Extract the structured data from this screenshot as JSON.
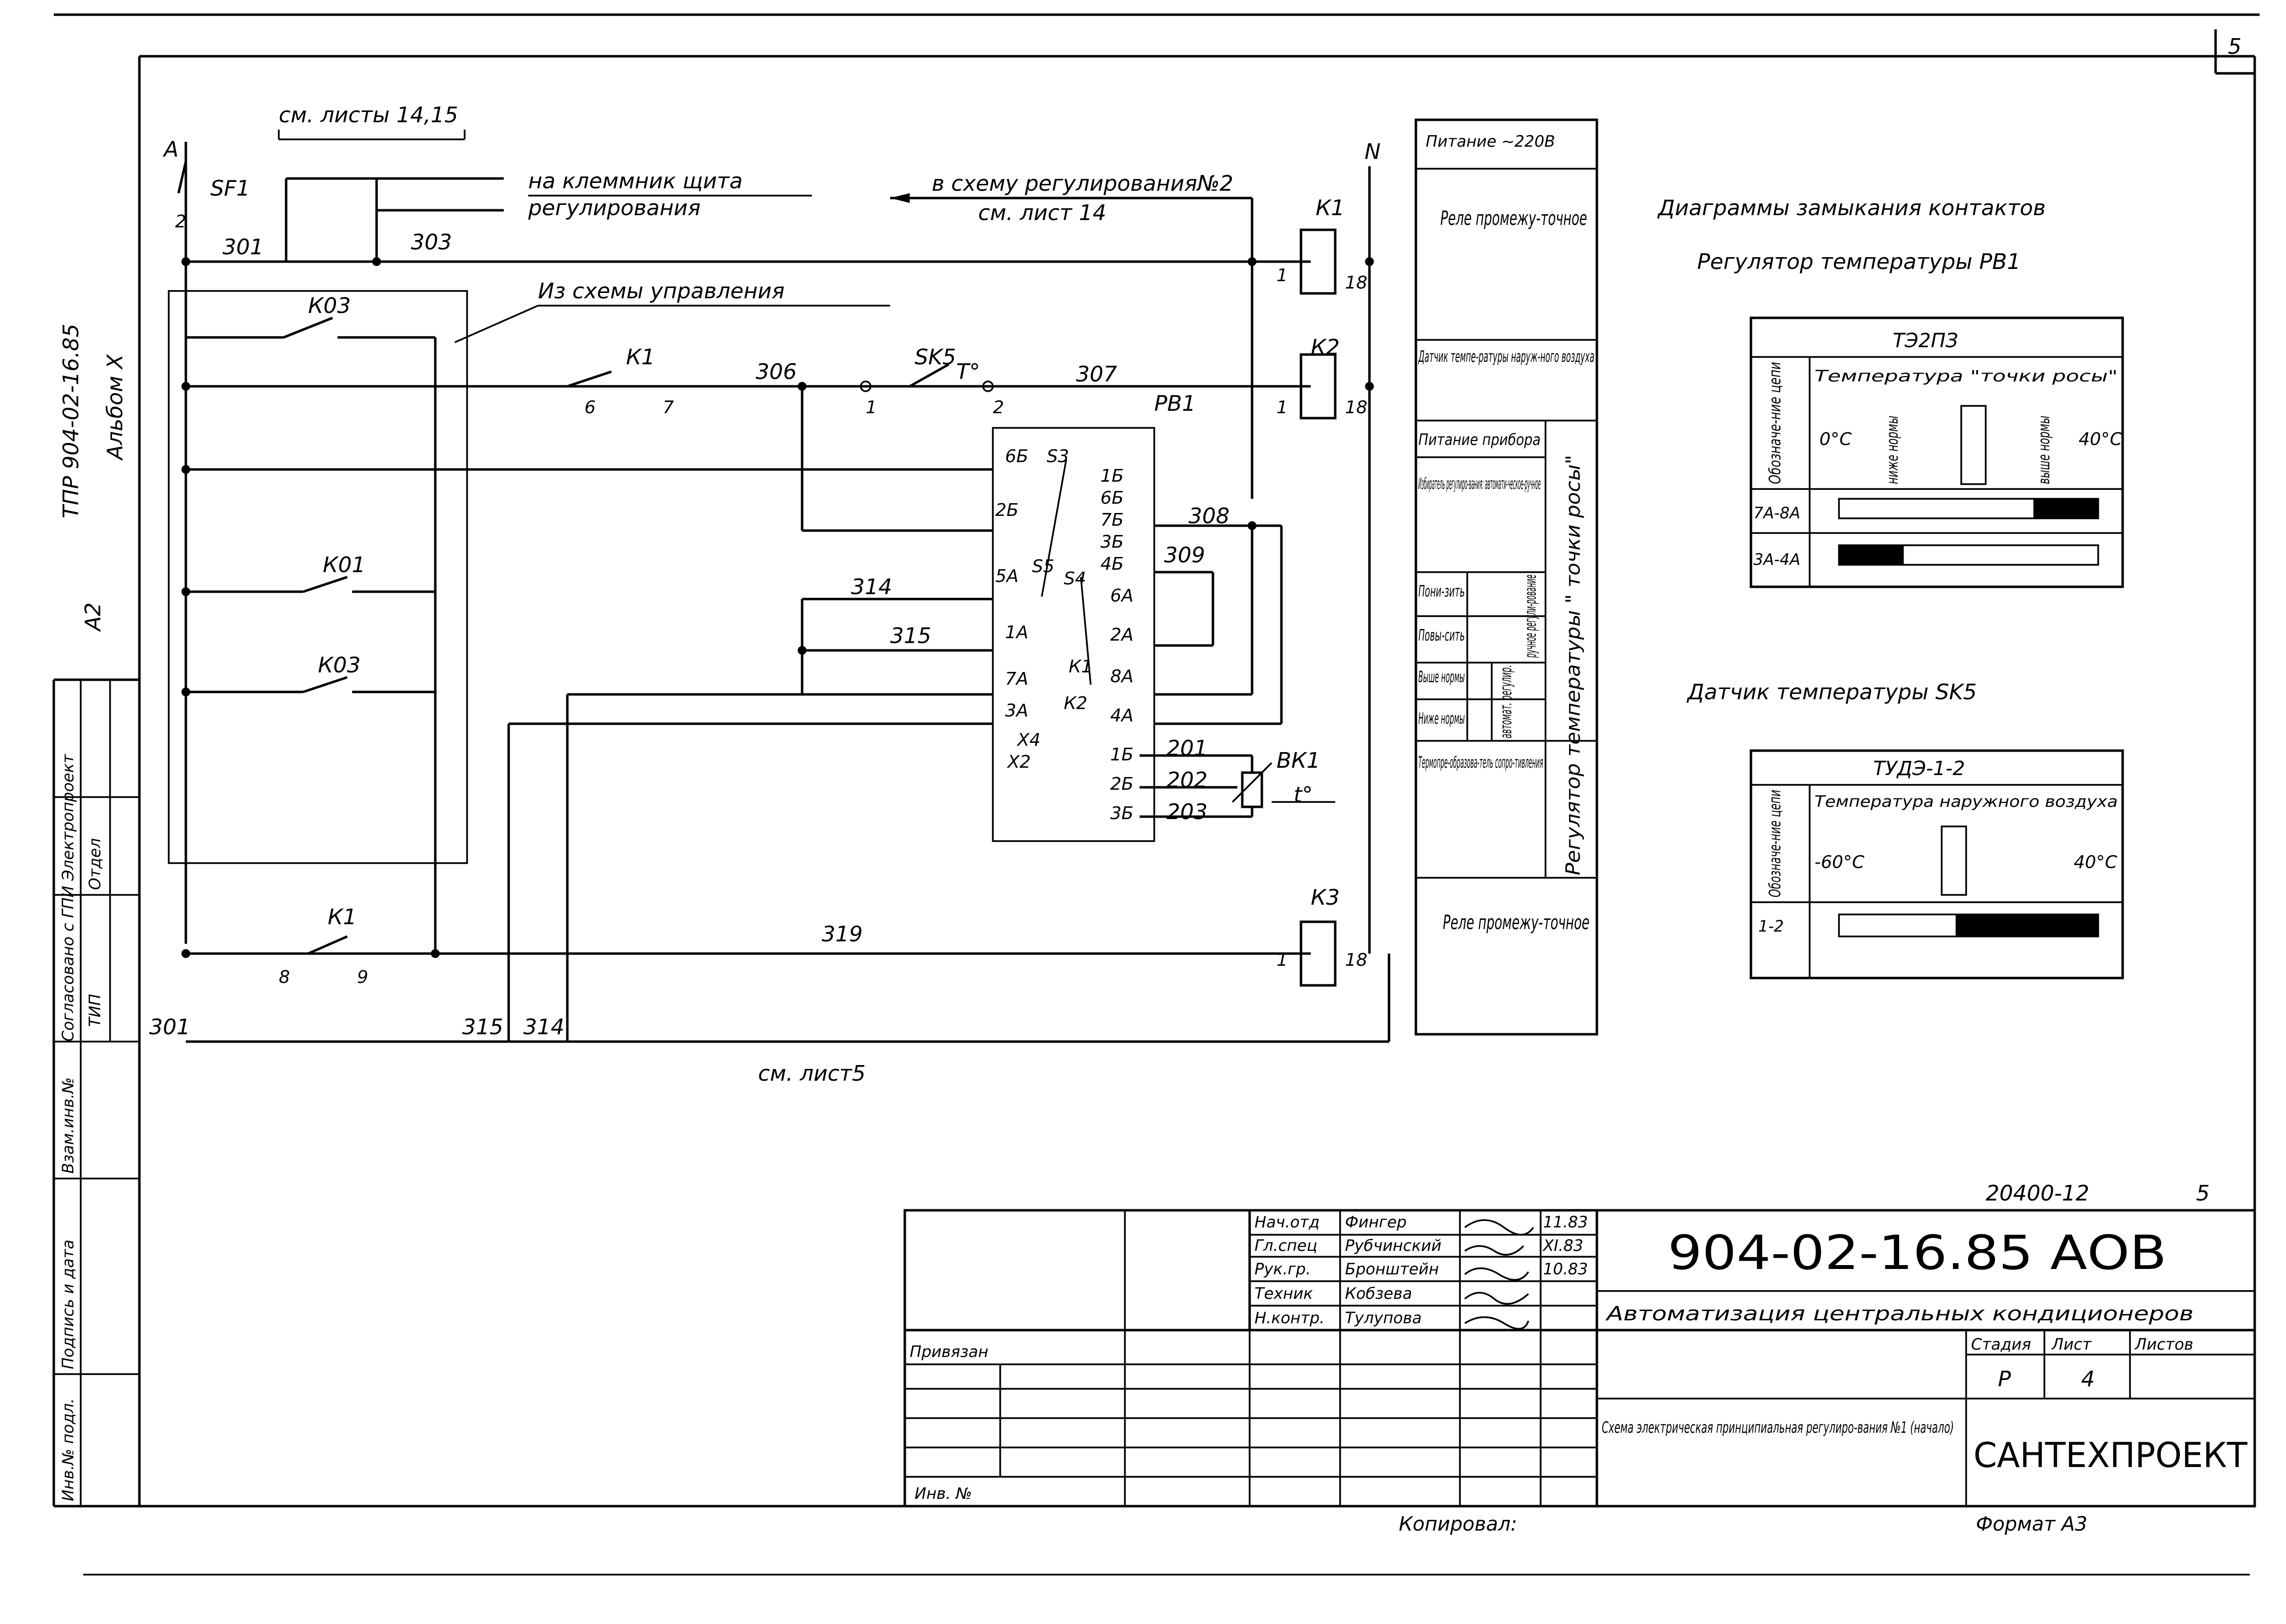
{
  "sheet_number_corner": "5",
  "left_margin": {
    "doc_code": "ТПР 904-02-16.85",
    "album": "Альбом X",
    "mark": "А2",
    "stamp_title": "Согласовано с ГПИ Электропроект",
    "stamp_dept": "Отдел",
    "stamp_tip": "ТИП",
    "inv_orig": "Инв.№ подл.",
    "sign_date": "Подпись и дата",
    "vzam_inv": "Взам.инв.№"
  },
  "schematic": {
    "labels": {
      "phase_a": "А",
      "breaker": "SF1",
      "breaker_pin_left": "2",
      "see_sheets": "см. листы 14,15",
      "to_terminal_line1": "на клеммник щита",
      "to_terminal_line2": "регулирования",
      "to_scheme": "в схему регулирования№2",
      "see_sheet14": "см. лист 14",
      "neutral": "N",
      "wire301": "301",
      "wire303": "303",
      "from_control": "Из схемы управления",
      "k03_top": "К03",
      "k1_contact_top": "К1",
      "pin6": "6",
      "pin7": "7",
      "wire306": "306",
      "sk5": "SK5",
      "sk5_t": "T°",
      "sk5_pin1": "1",
      "sk5_pin2": "2",
      "wire307": "307",
      "pb1": "РВ1",
      "k01": "К01",
      "k03_mid": "К03",
      "k1_bottom": "К1",
      "pin8": "8",
      "pin9": "9",
      "wire319": "319",
      "k1_coil": "К1",
      "k2_coil": "К2",
      "k3_coil": "К3",
      "coil_pin1": "1",
      "coil_pin18": "18",
      "wire308": "308",
      "wire309": "309",
      "wire314": "314",
      "wire315": "315",
      "wire301_bottom": "301",
      "wire315_bottom": "315",
      "wire314_bottom": "314",
      "see_sheet5": "см. лист5",
      "wire201": "201",
      "wire202": "202",
      "wire203": "203",
      "bk1": "ВК1",
      "t_deg": "t°",
      "x2": "X2",
      "x4": "X4",
      "k1_in": "К1",
      "k2_in": "К2",
      "s3": "S3",
      "s4": "S4",
      "s5": "S5"
    },
    "pins_right": [
      "1Б",
      "6Б",
      "7Б",
      "3Б",
      "4Б",
      "6А",
      "2А",
      "8А",
      "4А",
      "1Б",
      "2Б",
      "3Б"
    ],
    "pins_left": [
      "6Б",
      "2Б",
      "5А",
      "1А",
      "7А",
      "3А"
    ]
  },
  "legend_column": {
    "power": "Питание ~220В",
    "relay_top": "Реле промежу-точное",
    "sensor": "Датчик темпе-ратуры наруж-ного воздуха",
    "instrument_power": "Питание прибора",
    "selector": "Избиратель регулиро-вания: автомати-ческое-ручное",
    "lower": "Пони-зить",
    "raise": "Повы-сить",
    "manual_reg": "ручное регули-рование",
    "above_norm": "Выше нормы",
    "below_norm": "Ниже нормы",
    "auto_reg": "автомат. регулир.",
    "regulator": "Регулятор температуры \" точки росы\"",
    "thermoconverter": "Термопре-образова-тель сопро-тивления",
    "relay_bottom": "Реле промежу-точное"
  },
  "diagrams": {
    "title": "Диаграммы замыкания контактов",
    "reg_title": "Регулятор температуры РВ1",
    "table1": {
      "model": "ТЭ2ПЗ",
      "circuit_col": "Обозначе-ние цепи",
      "header": "Температура \"точки росы\"",
      "scale_left": "0°С",
      "below": "ниже нормы",
      "above": "выше нормы",
      "scale_right": "40°С",
      "rows": [
        {
          "circuit": "7А-8А",
          "closed_from": 0.75,
          "closed_to": 1.0
        },
        {
          "circuit": "3А-4А",
          "closed_from": 0.0,
          "closed_to": 0.25
        }
      ]
    },
    "sensor_title": "Датчик температуры SK5",
    "table2": {
      "model": "ТУДЭ-1-2",
      "circuit_col": "Обозначе-ние цепи",
      "header": "Температура наружного воздуха",
      "scale_left": "-60°С",
      "scale_right": "40°С",
      "rows": [
        {
          "circuit": "1-2",
          "closed_from": 0.45,
          "closed_to": 1.0
        }
      ]
    }
  },
  "title_block": {
    "doc_id": "20400-12",
    "sheet_small": "5",
    "main_code": "904-02-16.85 АОВ",
    "project": "Автоматизация центральных кондиционеров",
    "attached": "Привязан",
    "inv": "Инв. №",
    "stage_h": "Стадия",
    "sheet_h": "Лист",
    "sheets_h": "Листов",
    "stage": "Р",
    "sheet": "4",
    "sheets": "",
    "org": "САНТЕХПРОЕКТ",
    "drawing_title": "Схема электрическая принципиальная регулиро-вания №1 (начало)",
    "staff": [
      {
        "role": "Нач.отд",
        "name": "Фингер",
        "date": "11.83"
      },
      {
        "role": "Гл.спец",
        "name": "Рубчинский",
        "date": "XI.83"
      },
      {
        "role": "Рук.гр.",
        "name": "Бронштейн",
        "date": "10.83"
      },
      {
        "role": "Техник",
        "name": "Кобзева",
        "date": ""
      },
      {
        "role": "Н.контр.",
        "name": "Тулупова",
        "date": ""
      }
    ],
    "copied": "Копировал:",
    "format": "Формат А3"
  }
}
